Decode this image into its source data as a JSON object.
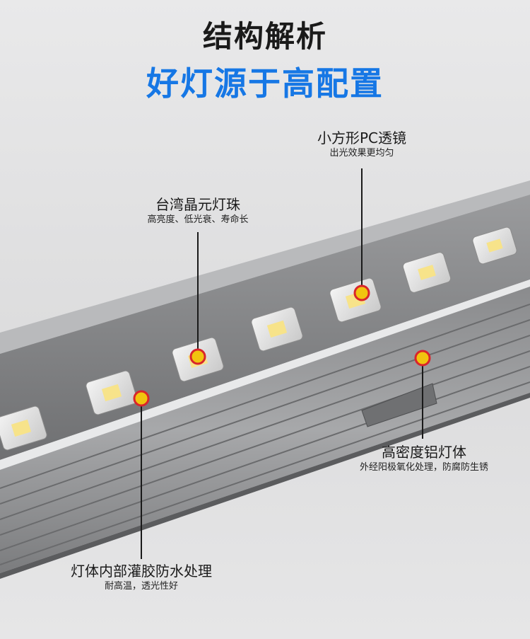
{
  "header": {
    "title": "结构解析",
    "subtitle": "好灯源于高配置"
  },
  "callouts": {
    "lens": {
      "title": "小方形PC透镜",
      "desc": "出光效果更均匀"
    },
    "led": {
      "title": "台湾晶元灯珠",
      "desc": "高亮度、低光衰、寿命长"
    },
    "housing": {
      "title": "高密度铝灯体",
      "desc": "外经阳极氧化处理，防腐防生锈"
    },
    "potting": {
      "title": "灯体内部灌胶防水处理",
      "desc": "耐高温，透光性好"
    }
  },
  "colors": {
    "accent": "#1677e5",
    "marker_fill": "#f1c40f",
    "marker_ring": "#d9252b"
  }
}
